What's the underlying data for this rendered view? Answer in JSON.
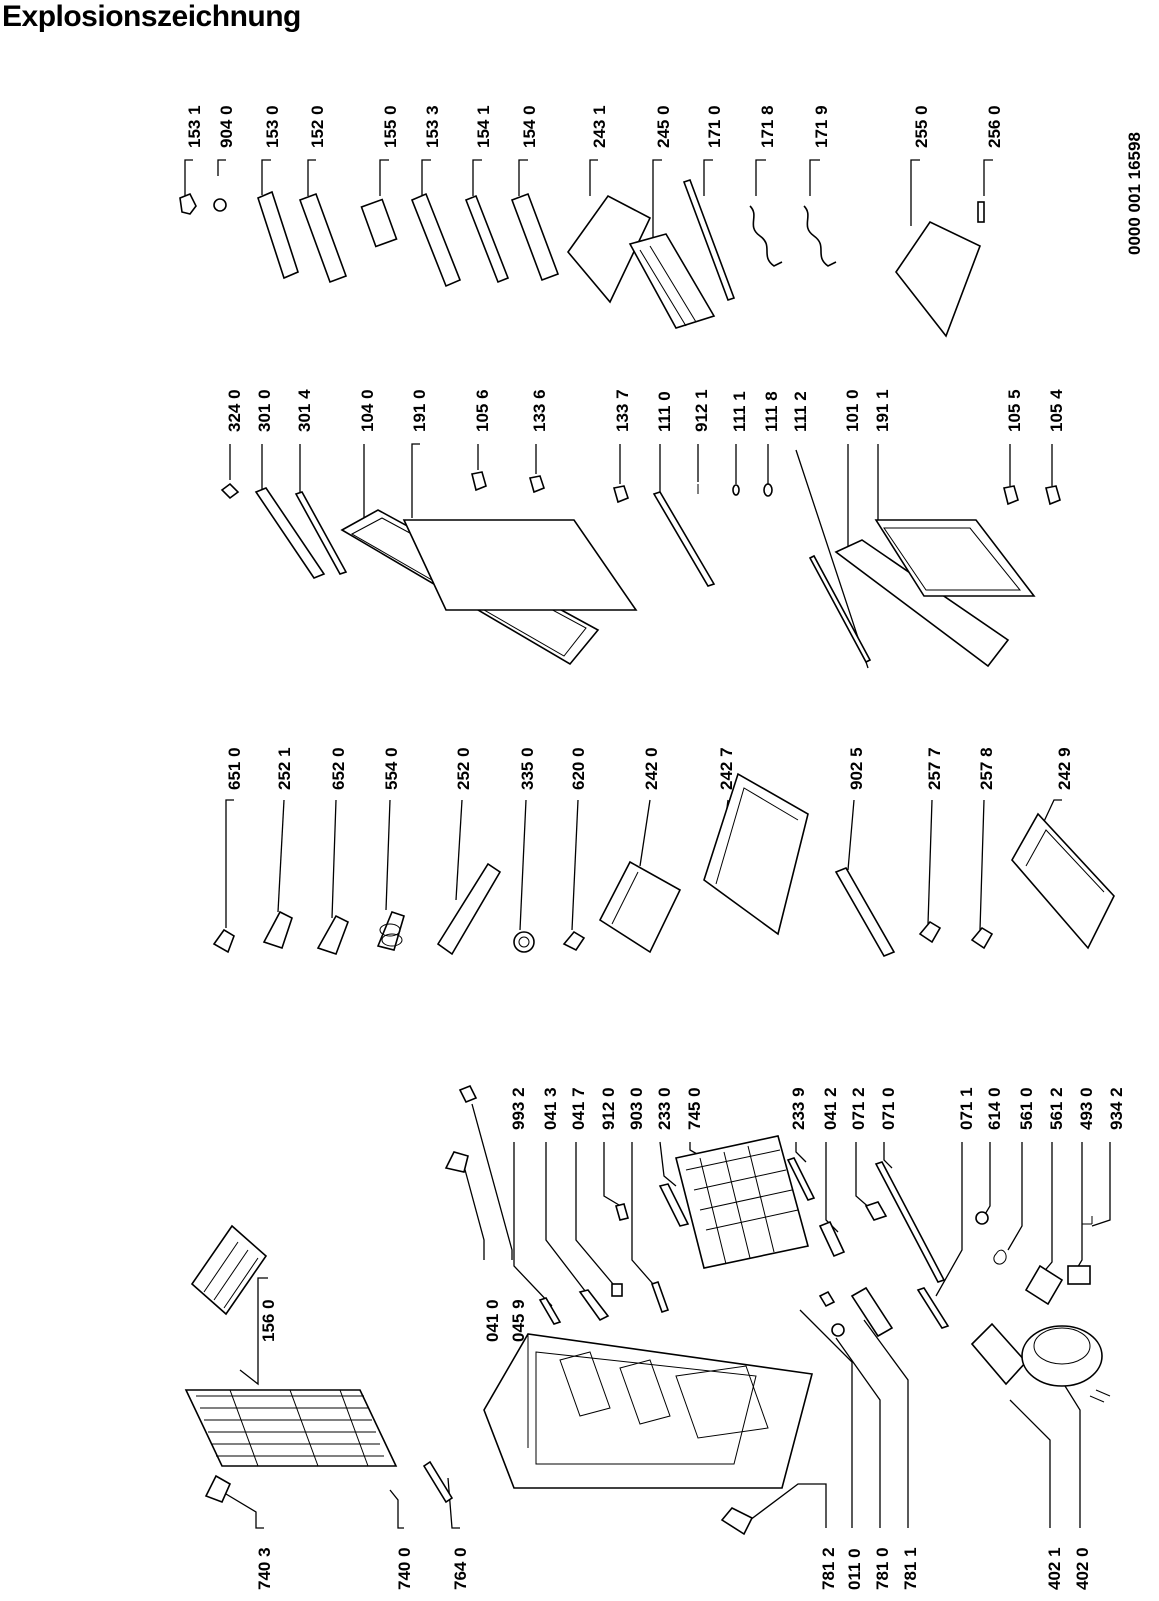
{
  "title": "Explosionszeichnung",
  "document_number": "0000 001 16598",
  "part_numbers": {
    "col1_top": [
      "740 3",
      "740 0",
      "764 0",
      "156 0"
    ],
    "col1_bottom": [
      "781 2",
      "011 0",
      "781 0",
      "781 1",
      "402 1",
      "402 0"
    ],
    "col2": [
      "041 0",
      "045 9",
      "993 2",
      "041 3",
      "041 7",
      "912 0",
      "903 0",
      "233 0",
      "745 0",
      "233 9",
      "041 2",
      "071 2",
      "071 0",
      "071 1",
      "614 0",
      "561 0",
      "561 2",
      "493 0",
      "934 2"
    ],
    "col3": [
      "651 0",
      "252 1",
      "652 0",
      "554 0",
      "252 0",
      "335 0",
      "620 0",
      "242 0",
      "242 7",
      "902 5",
      "257 7",
      "257 8",
      "242 9"
    ],
    "col4": [
      "324 0",
      "301 0",
      "301 4",
      "104 0",
      "191 0",
      "105 6",
      "133 6",
      "133 7",
      "111 0",
      "912 1",
      "111 1",
      "111 8",
      "111 2",
      "101 0",
      "191 1",
      "105 5",
      "105 4"
    ],
    "col5": [
      "153 1",
      "904 0",
      "153 0",
      "152 0",
      "155 0",
      "153 3",
      "154 1",
      "154 0",
      "243 1",
      "245 0",
      "171 0",
      "171 8",
      "171 9",
      "255 0",
      "256 0"
    ]
  }
}
